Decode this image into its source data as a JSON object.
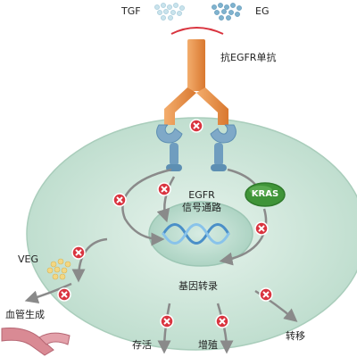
{
  "labels": {
    "tgf": "TGF",
    "eg": "EG",
    "antibody": "抗EGFR单抗",
    "egfr_line1": "EGFR",
    "egfr_line2": "信号通路",
    "kras": "KRAS",
    "veg": "VEG",
    "angiogenesis": "血管生成",
    "gene_transcription": "基因转录",
    "survival": "存活",
    "proliferation": "增殖",
    "metastasis": "转移"
  },
  "colors": {
    "antibody": "#e8924a",
    "receptor": "#7fa9c8",
    "cell_outer": "#d6ece2",
    "nucleus": "#c6e2d6",
    "kras": "#3f9438",
    "block": "#d9343f",
    "ligand_tgf": "#b9dbe6",
    "ligand_eg": "#6fa7c4",
    "veg_particles": "#f0d27a",
    "vessel": "#d98a94",
    "arrow": "#8a8a8a"
  },
  "icons": {
    "block": "blocked-x-icon",
    "dna": "dna-helix-icon",
    "vessel": "blood-vessel-icon"
  }
}
